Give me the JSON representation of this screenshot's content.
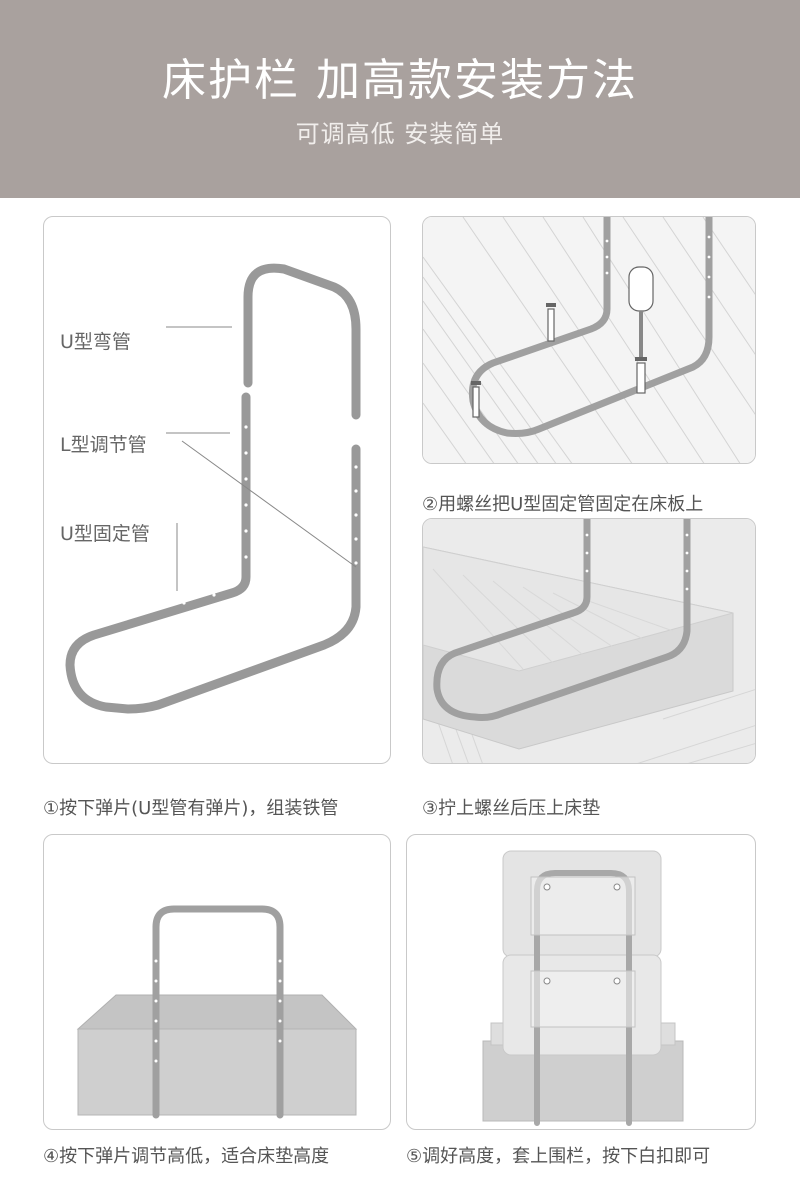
{
  "header": {
    "title": "床护栏  加高款安装方法",
    "subtitle": "可调高低  安装简单"
  },
  "parts": {
    "u_bend": "U型弯管",
    "l_adjust": "L型调节管",
    "u_fixed": "U型固定管"
  },
  "steps": [
    {
      "label": "①按下弹片(U型管有弹片)，组装铁管"
    },
    {
      "label": "②用螺丝把U型固定管固定在床板上"
    },
    {
      "label": "③拧上螺丝后压上床垫"
    },
    {
      "label": "④按下弹片调节高低，适合床垫高度"
    },
    {
      "label": "⑤调好高度，套上围栏，按下白扣即可"
    }
  ],
  "colors": {
    "banner": "#a9a19e",
    "tube": "#999999",
    "board": "#d9d9d9",
    "mattress": "#c8c8c8"
  }
}
